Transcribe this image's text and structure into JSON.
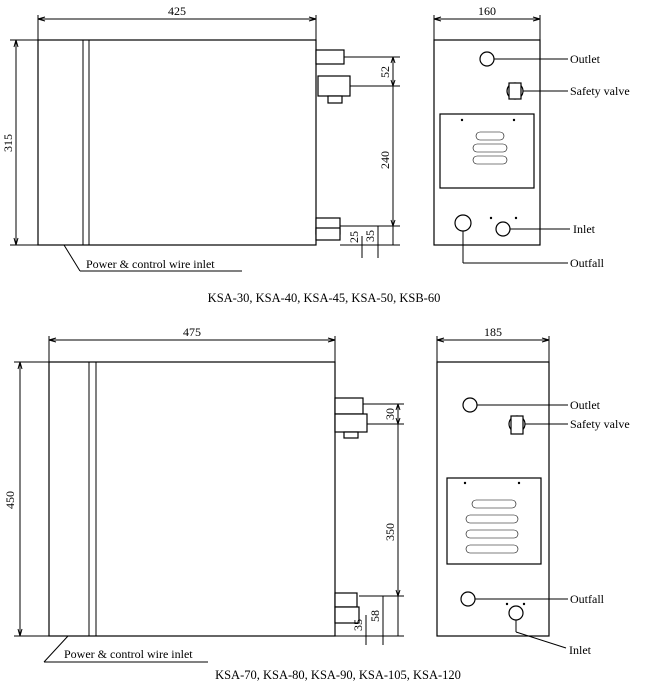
{
  "top_figure": {
    "caption": "KSA-30, KSA-40, KSA-45, KSA-50, KSB-60",
    "side_view": {
      "width_dim": "425",
      "height_dim": "315",
      "dim_upper": "52",
      "dim_middle": "240",
      "dim_lower_a": "25",
      "dim_lower_b": "35",
      "wire_label": "Power & control wire inlet"
    },
    "front_view": {
      "width_dim": "160",
      "labels": {
        "outlet": "Outlet",
        "safety_valve": "Safety valve",
        "inlet": "Inlet",
        "outfall": "Outfall"
      }
    }
  },
  "bottom_figure": {
    "caption": "KSA-70, KSA-80, KSA-90, KSA-105, KSA-120",
    "side_view": {
      "width_dim": "475",
      "height_dim": "450",
      "dim_upper": "30",
      "dim_middle": "350",
      "dim_lower_a": "35",
      "dim_lower_b": "58",
      "wire_label": "Power & control wire inlet"
    },
    "front_view": {
      "width_dim": "185",
      "labels": {
        "outlet": "Outlet",
        "safety_valve": "Safety valve",
        "outfall": "Outfall",
        "inlet": "Inlet"
      }
    }
  }
}
